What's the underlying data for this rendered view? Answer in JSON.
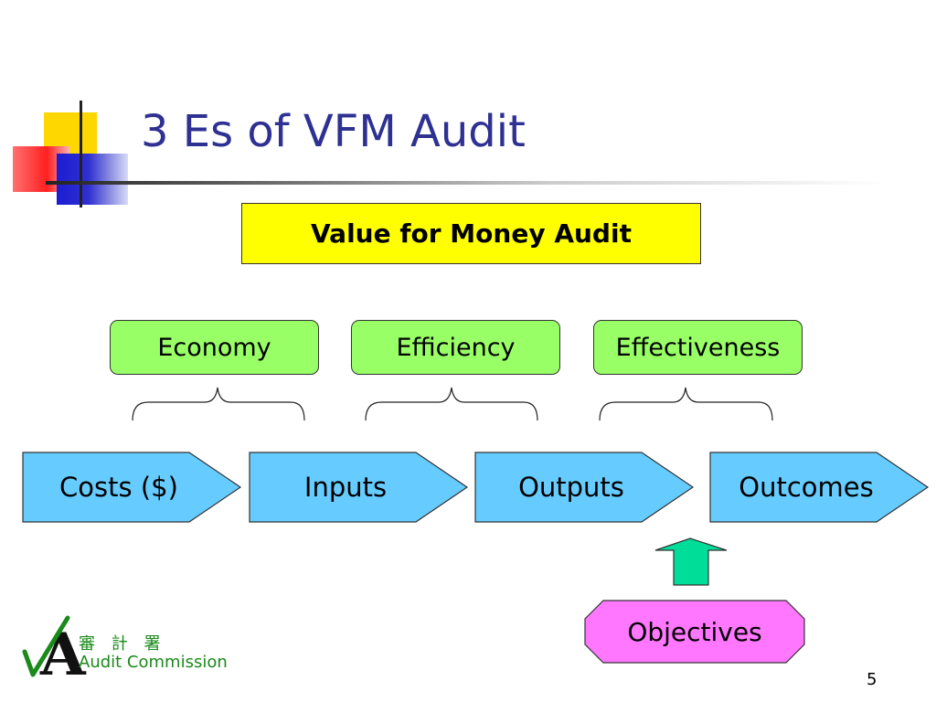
{
  "slide": {
    "title": "3 Es of VFM Audit",
    "page_number": "5"
  },
  "header_box": {
    "label": "Value for Money Audit",
    "color": "#ffff00"
  },
  "three_es": [
    {
      "label": "Economy"
    },
    {
      "label": "Efficiency"
    },
    {
      "label": "Effectiveness"
    }
  ],
  "process_stages": [
    {
      "label": "Costs ($)"
    },
    {
      "label": "Inputs"
    },
    {
      "label": "Outputs"
    },
    {
      "label": "Outcomes"
    }
  ],
  "objectives": {
    "label": "Objectives"
  },
  "logo": {
    "chinese_text": "審 計 署",
    "english_text": "Audit Commission"
  },
  "colors": {
    "title": "#2e3192",
    "e_boxes": "#99ff66",
    "stages": "#66ccff",
    "objectives": "#ff77ff",
    "up_arrow": "#00dd99",
    "logo": "#1a8a1a"
  }
}
